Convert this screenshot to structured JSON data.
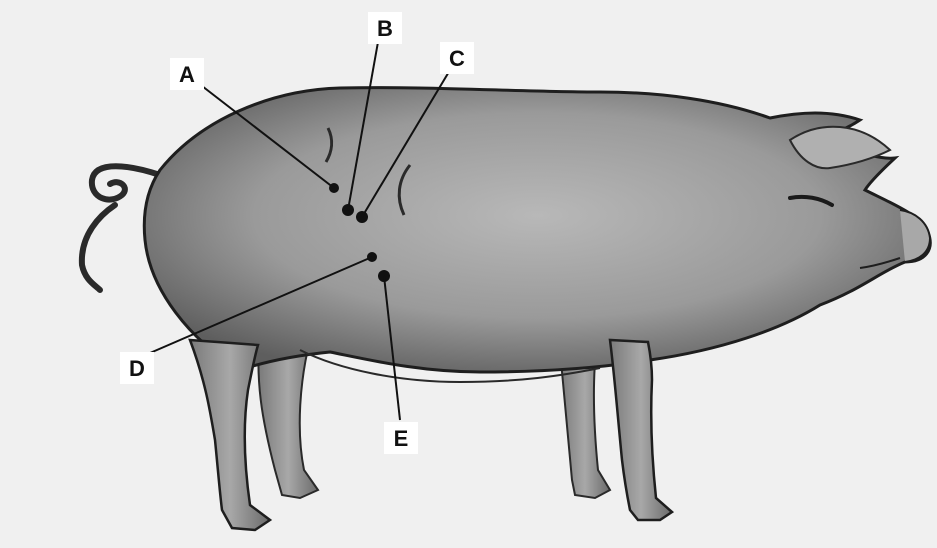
{
  "labels": {
    "a": "A",
    "b": "B",
    "c": "C",
    "d": "D",
    "e": "E"
  },
  "colors": {
    "background": "#f0f0f0",
    "body_fill": "#8a8a8a",
    "outline": "#2a2a2a",
    "marker": "#111111",
    "label_box": "#ffffff"
  }
}
